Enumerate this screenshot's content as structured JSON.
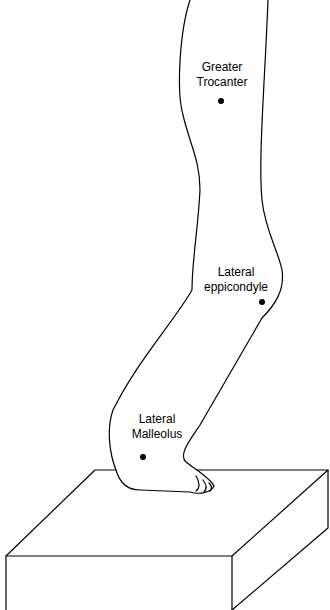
{
  "diagram": {
    "labels": [
      "Greater Trocanter",
      "Lateral eppicondyle",
      "Lateral Malleolus"
    ]
  }
}
